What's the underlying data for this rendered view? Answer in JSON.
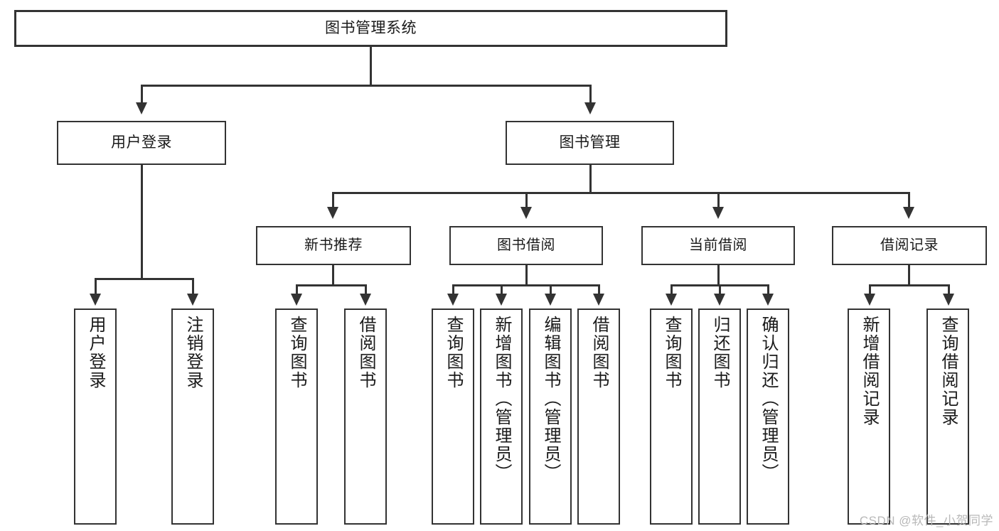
{
  "diagram": {
    "title": "图书管理系统",
    "type": "功能结构图",
    "watermark": "CSDN @软件_小贺同学",
    "colors": {
      "box_border": "#333333",
      "box_fill": "#ffffff",
      "connector": "#333333",
      "text": "#1a1a1a",
      "watermark": "#b8b8b8",
      "background": "#ffffff"
    }
  },
  "nodes": {
    "root": {
      "label": "图书管理系统"
    },
    "level2": [
      {
        "id": "user-login",
        "label": "用户登录"
      },
      {
        "id": "book-management",
        "label": "图书管理"
      }
    ],
    "level3": [
      {
        "id": "new-book-recommend",
        "label": "新书推荐"
      },
      {
        "id": "book-borrow",
        "label": "图书借阅"
      },
      {
        "id": "current-borrow",
        "label": "当前借阅"
      },
      {
        "id": "borrow-record",
        "label": "借阅记录"
      }
    ],
    "leaves": {
      "user_login": [
        {
          "id": "leaf-user-login",
          "label": "用户登录"
        },
        {
          "id": "leaf-logout-login",
          "label": "注销登录"
        }
      ],
      "new_book_recommend": [
        {
          "id": "leaf-query-book-1",
          "label": "查询图书"
        },
        {
          "id": "leaf-borrow-book-1",
          "label": "借阅图书"
        }
      ],
      "book_borrow": [
        {
          "id": "leaf-query-book-2",
          "label": "查询图书"
        },
        {
          "id": "leaf-add-book",
          "label": "新增图书（管理员）"
        },
        {
          "id": "leaf-edit-book",
          "label": "编辑图书（管理员）"
        },
        {
          "id": "leaf-borrow-book-2",
          "label": "借阅图书"
        }
      ],
      "current_borrow": [
        {
          "id": "leaf-query-book-3",
          "label": "查询图书"
        },
        {
          "id": "leaf-return-book",
          "label": "归还图书"
        },
        {
          "id": "leaf-confirm-return",
          "label": "确认归还（管理员）"
        }
      ],
      "borrow_record": [
        {
          "id": "leaf-add-record",
          "label": "新增借阅记录"
        },
        {
          "id": "leaf-query-record",
          "label": "查询借阅记录"
        }
      ]
    }
  }
}
